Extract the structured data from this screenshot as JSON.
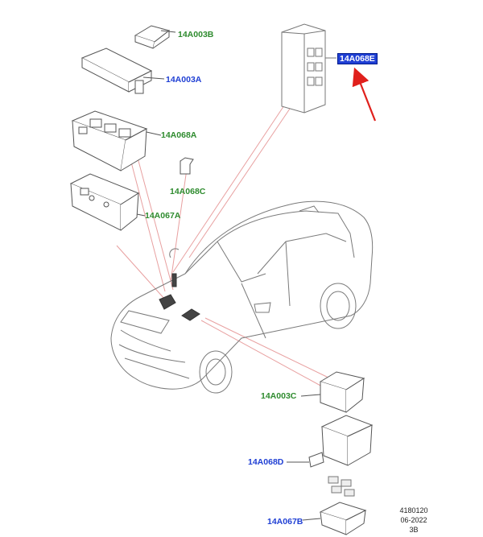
{
  "labels": {
    "p14A003B": "14A003B",
    "p14A003A": "14A003A",
    "p14A068A": "14A068A",
    "p14A068C": "14A068C",
    "p14A067A": "14A067A",
    "p14A068E": "14A068E",
    "p14A003C": "14A003C",
    "p14A068D": "14A068D",
    "p14A067B": "14A067B"
  },
  "stamp": {
    "number": "4180120",
    "date": "06-2022",
    "rev": "3B"
  },
  "colors": {
    "green_label": "#2e8b2e",
    "blue_label": "#1f3fd4",
    "highlight": "#1f3fd4",
    "pointer_arrow": "#e0201c",
    "leader_lines": "#e8a0a0",
    "linework": "#555555"
  }
}
